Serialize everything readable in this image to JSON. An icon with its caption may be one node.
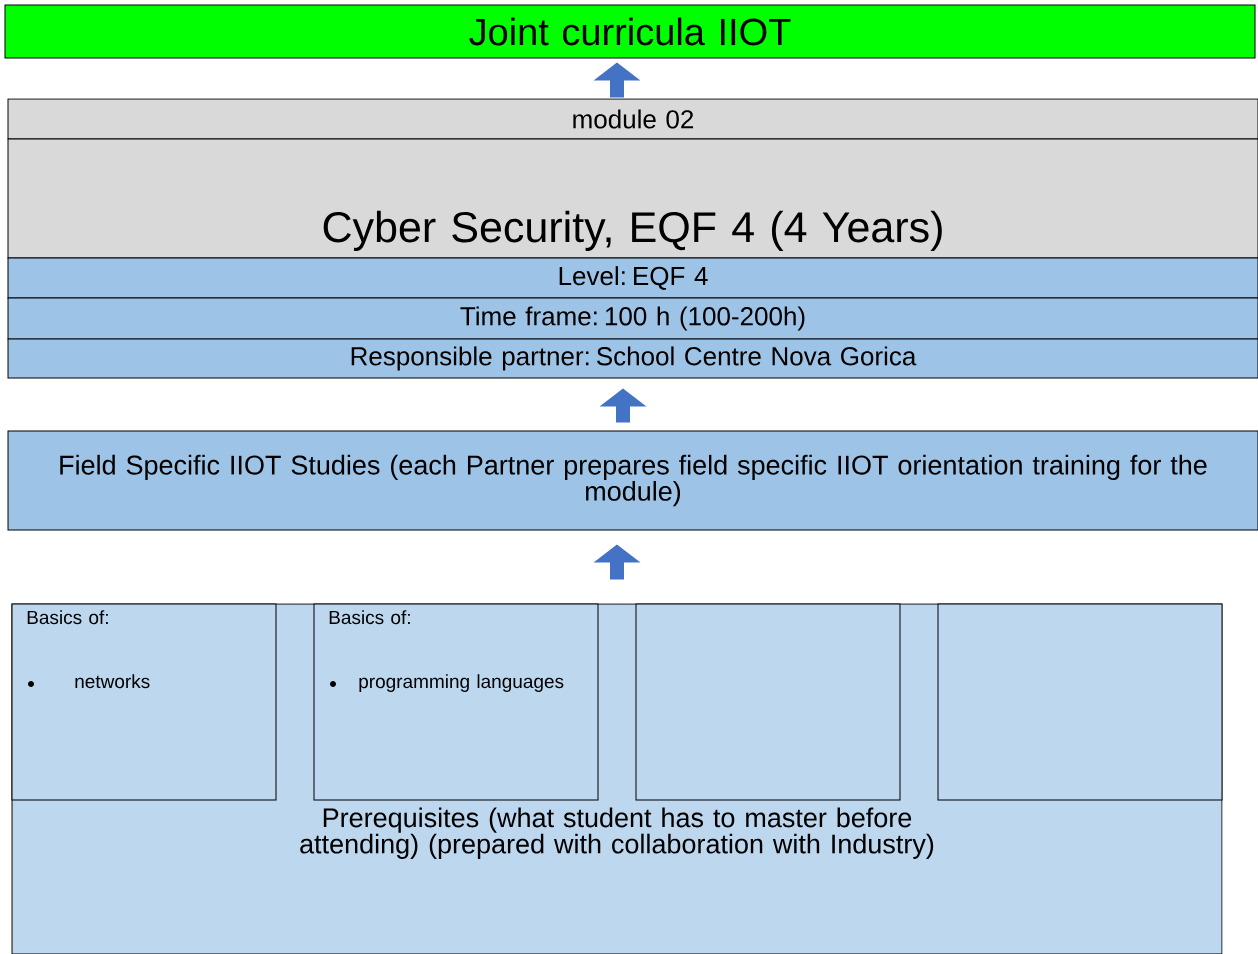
{
  "diagram": {
    "nodes": [
      {
        "text": [
          "Joint curricula IIOT"
        ]
      },
      {
        "text": [
          "module 02"
        ]
      },
      {
        "text": [
          "Cyber Security, EQF 4 (4 Years)"
        ]
      },
      {
        "text": [
          "Level: EQF 4"
        ]
      },
      {
        "text": [
          "Time frame: 100 h (100-200h)"
        ]
      },
      {
        "text": [
          "Responsible partner:  School Centre Nova Gorica"
        ]
      },
      {
        "text": [
          "Field Specific IIOT Studies (each Partner prepares field specific IIOT orientation training for the module)"
        ]
      },
      {
        "text": [
          "Prerequisites (what student has to master before attending) (prepared with collaboration with Industry)"
        ]
      },
      {
        "text": [
          "Basics of:",
          "networks"
        ],
        "in": 7
      },
      {
        "text": [
          "Basics of:",
          "programming languages"
        ],
        "in": 7
      },
      {
        "text": [],
        "shape": "box",
        "in": 7
      },
      {
        "text": [],
        "shape": "box",
        "in": 7
      }
    ],
    "edges": [
      {
        "from": 1,
        "to": 0,
        "arrow": "to"
      },
      {
        "from": 6,
        "to": 5,
        "arrow": "to"
      },
      {
        "from": 7,
        "to": 6,
        "arrow": "to"
      }
    ]
  }
}
